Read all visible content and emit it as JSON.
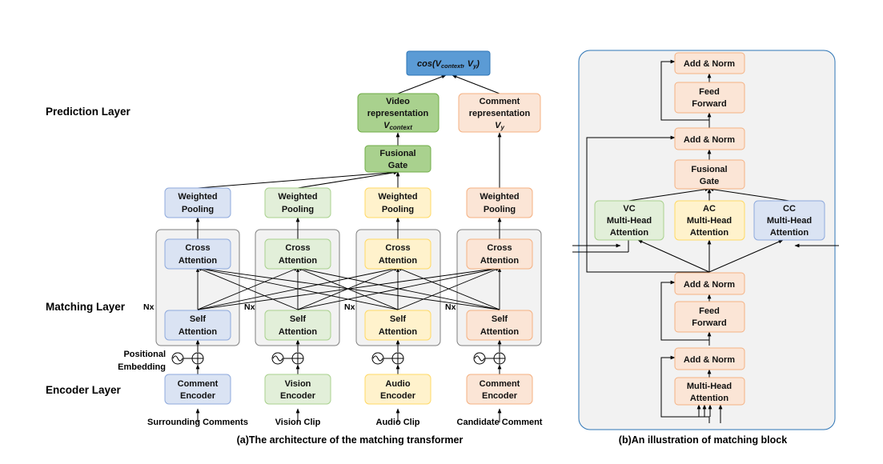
{
  "layers": {
    "prediction": "Prediction Layer",
    "matching": "Matching Layer",
    "encoder": "Encoder Layer"
  },
  "top": {
    "similarity": "cos(V",
    "similarity_sub1": "context",
    "similarity_mid": ", V",
    "similarity_sub2": "y",
    "similarity_end": ")"
  },
  "video_rep": {
    "line1": "Video",
    "line2": "representation",
    "line3": "V",
    "line3_sub": "context"
  },
  "comment_rep": {
    "line1": "Comment",
    "line2": "representation",
    "line3": "V",
    "line3_sub": "y"
  },
  "fusional_gate": {
    "line1": "Fusional",
    "line2": "Gate"
  },
  "weighted_pooling": {
    "line1": "Weighted",
    "line2": "Pooling"
  },
  "cross_attention": {
    "line1": "Cross",
    "line2": "Attention"
  },
  "self_attention": {
    "line1": "Self",
    "line2": "Attention"
  },
  "nx": "Nx",
  "positional": {
    "line1": "Positional",
    "line2": "Embedding"
  },
  "encoders": [
    {
      "line1": "Comment",
      "line2": "Encoder",
      "input": "Surrounding Comments"
    },
    {
      "line1": "Vision",
      "line2": "Encoder",
      "input": "Vision Clip"
    },
    {
      "line1": "Audio",
      "line2": "Encoder",
      "input": "Audio Clip"
    },
    {
      "line1": "Comment",
      "line2": "Encoder",
      "input": "Candidate Comment"
    }
  ],
  "captions": {
    "left": "(a)The architecture of the matching transformer",
    "right": "(b)An illustration of matching block"
  },
  "block": {
    "add_norm": "Add & Norm",
    "feed_forward": {
      "line1": "Feed",
      "line2": "Forward"
    },
    "fusional_gate": {
      "line1": "Fusional",
      "line2": "Gate"
    },
    "vc": {
      "line1": "VC",
      "line2": "Multi-Head",
      "line3": "Attention"
    },
    "ac": {
      "line1": "AC",
      "line2": "Multi-Head",
      "line3": "Attention"
    },
    "cc": {
      "line1": "CC",
      "line2": "Multi-Head",
      "line3": "Attention"
    },
    "mha": {
      "line1": "Multi-Head",
      "line2": "Attention"
    }
  },
  "colors": {
    "blue": "#dae3f3",
    "green": "#e2efd9",
    "yellow": "#fff2cc",
    "orange": "#fbe5d6",
    "dark_green": "#a9d18e",
    "top_blue": "#5b9bd5",
    "panel": "#f2f2f2"
  }
}
